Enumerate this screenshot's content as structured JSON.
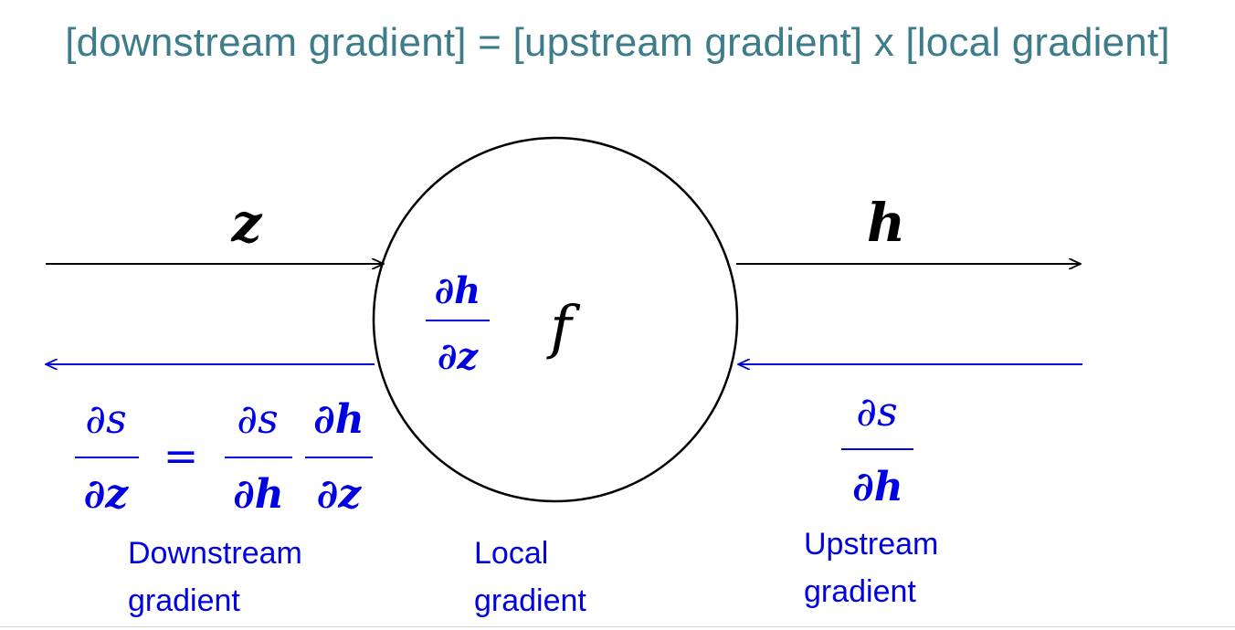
{
  "title": "[downstream gradient] = [upstream gradient] x [local gradient]",
  "colors": {
    "title": "#3d7c8a",
    "forward": "#000000",
    "backward": "#0000e0"
  },
  "node": {
    "function_symbol": "f",
    "local_grad": {
      "num": "∂h",
      "den": "∂z"
    }
  },
  "forward": {
    "input_var": "z",
    "output_var": "h"
  },
  "downstream": {
    "lhs": {
      "num": "∂s",
      "den": "∂z"
    },
    "equals": "=",
    "rhs1": {
      "num": "∂s",
      "den": "∂h"
    },
    "rhs2": {
      "num": "∂h",
      "den": "∂z"
    }
  },
  "upstream_grad": {
    "num": "∂s",
    "den": "∂h"
  },
  "labels": {
    "downstream_l1": "Downstream",
    "downstream_l2": "gradient",
    "local_l1": "Local",
    "local_l2": "gradient",
    "upstream_l1": "Upstream",
    "upstream_l2": "gradient"
  }
}
